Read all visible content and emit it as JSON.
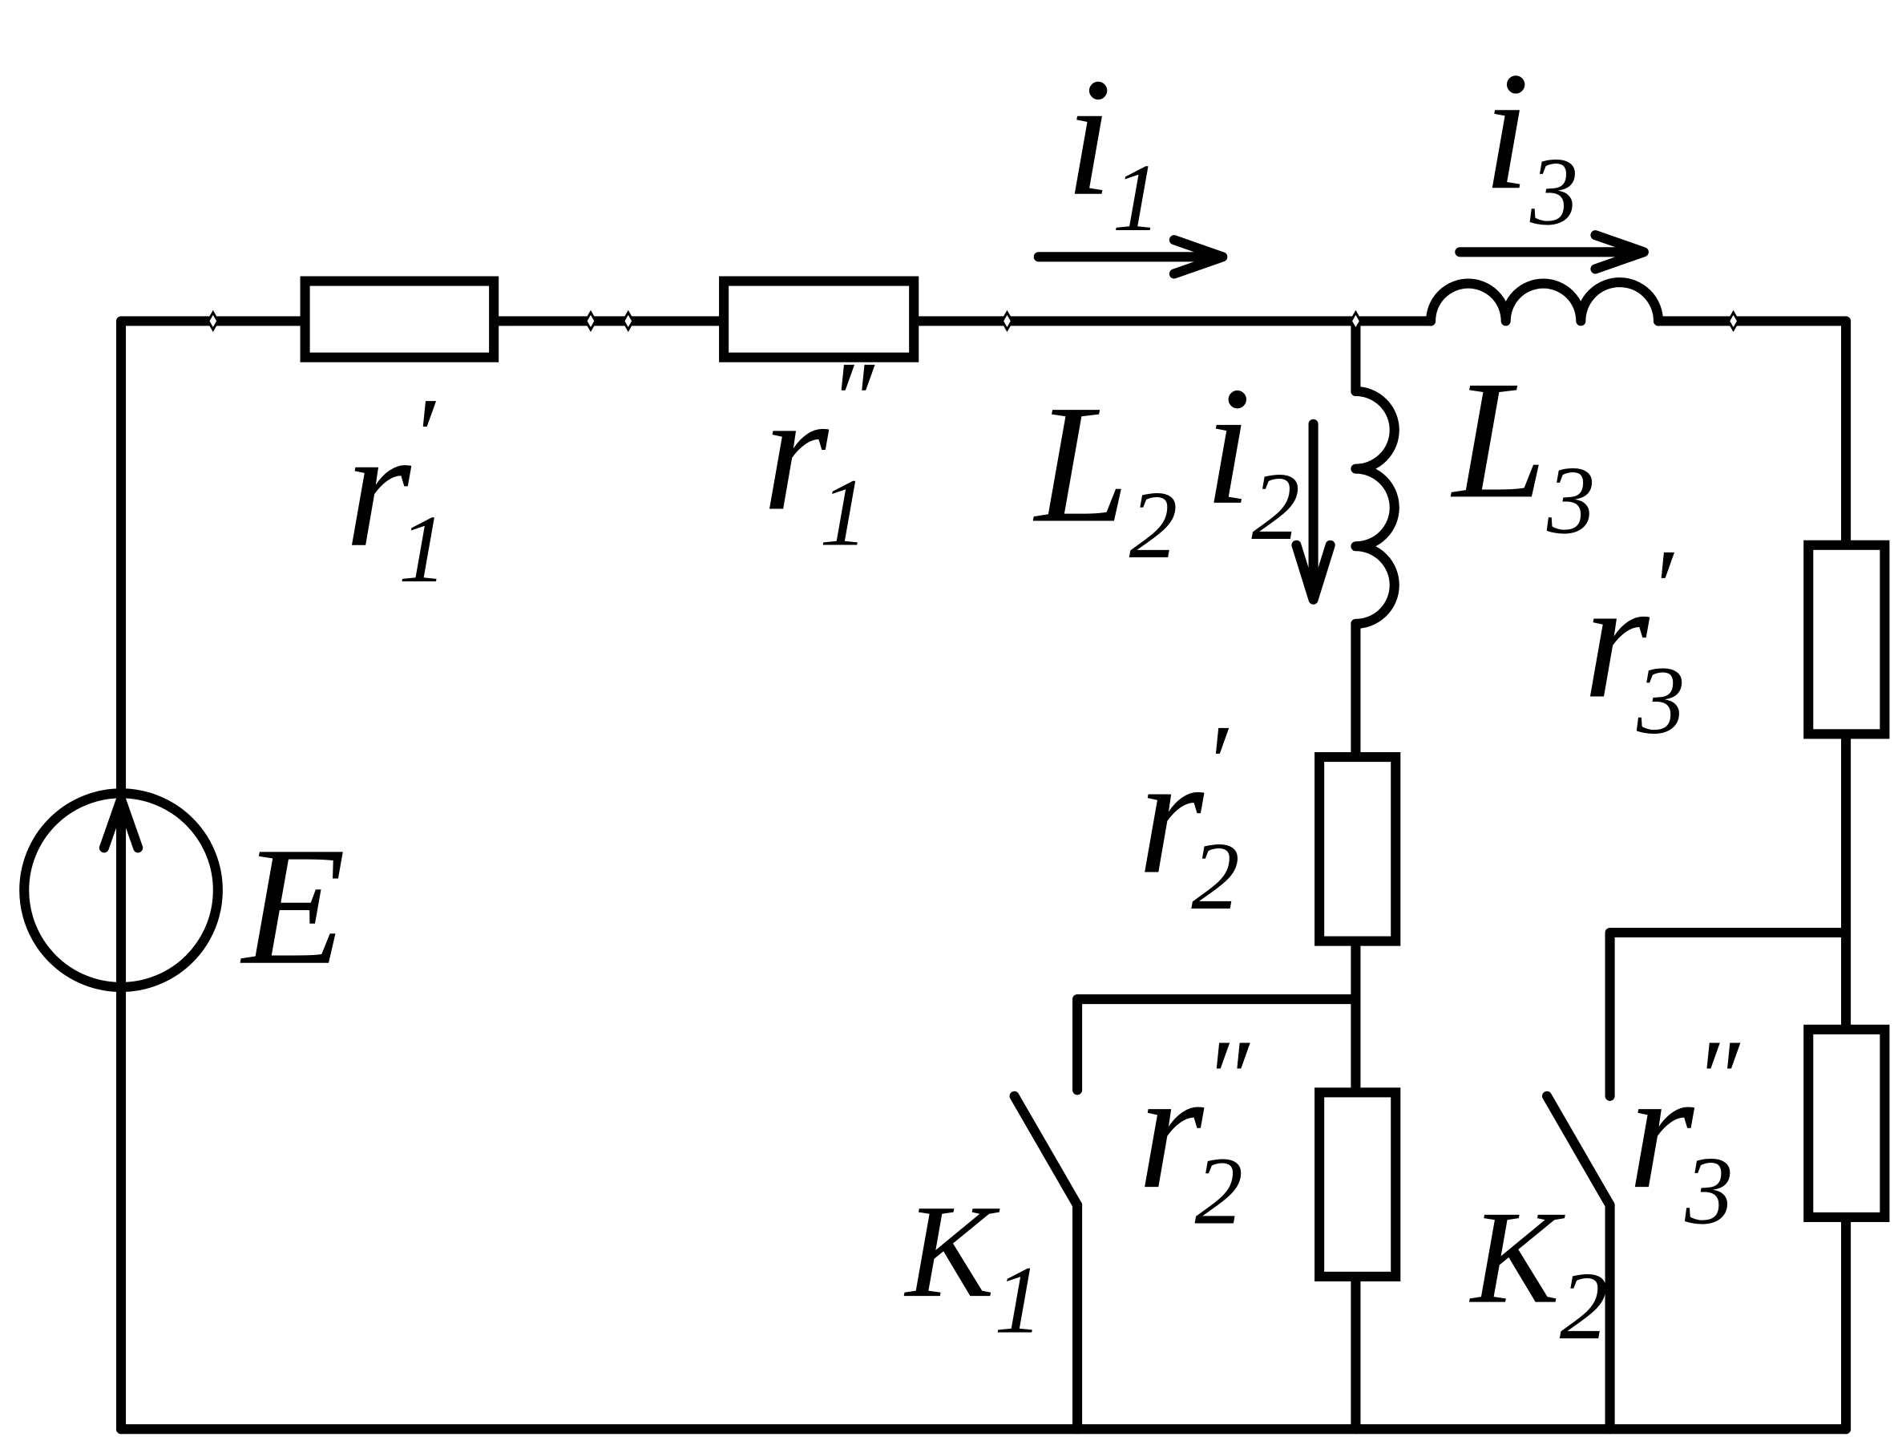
{
  "diagram": {
    "type": "electric-circuit",
    "source": {
      "symbol": "E"
    },
    "currents": [
      {
        "symbol": "i",
        "sub": "1"
      },
      {
        "symbol": "i",
        "sub": "2"
      },
      {
        "symbol": "i",
        "sub": "3"
      }
    ],
    "resistors": [
      {
        "symbol": "r",
        "sub": "1",
        "mark": "′"
      },
      {
        "symbol": "r",
        "sub": "1",
        "mark": "″"
      },
      {
        "symbol": "r",
        "sub": "2",
        "mark": "′"
      },
      {
        "symbol": "r",
        "sub": "2",
        "mark": "″"
      },
      {
        "symbol": "r",
        "sub": "3",
        "mark": "′"
      },
      {
        "symbol": "r",
        "sub": "3",
        "mark": "″"
      }
    ],
    "inductors": [
      {
        "symbol": "L",
        "sub": "2"
      },
      {
        "symbol": "L",
        "sub": "3"
      }
    ],
    "switches": [
      {
        "symbol": "K",
        "sub": "1"
      },
      {
        "symbol": "K",
        "sub": "2"
      }
    ],
    "colors": {
      "ink": "#000000",
      "background": "#ffffff"
    }
  }
}
